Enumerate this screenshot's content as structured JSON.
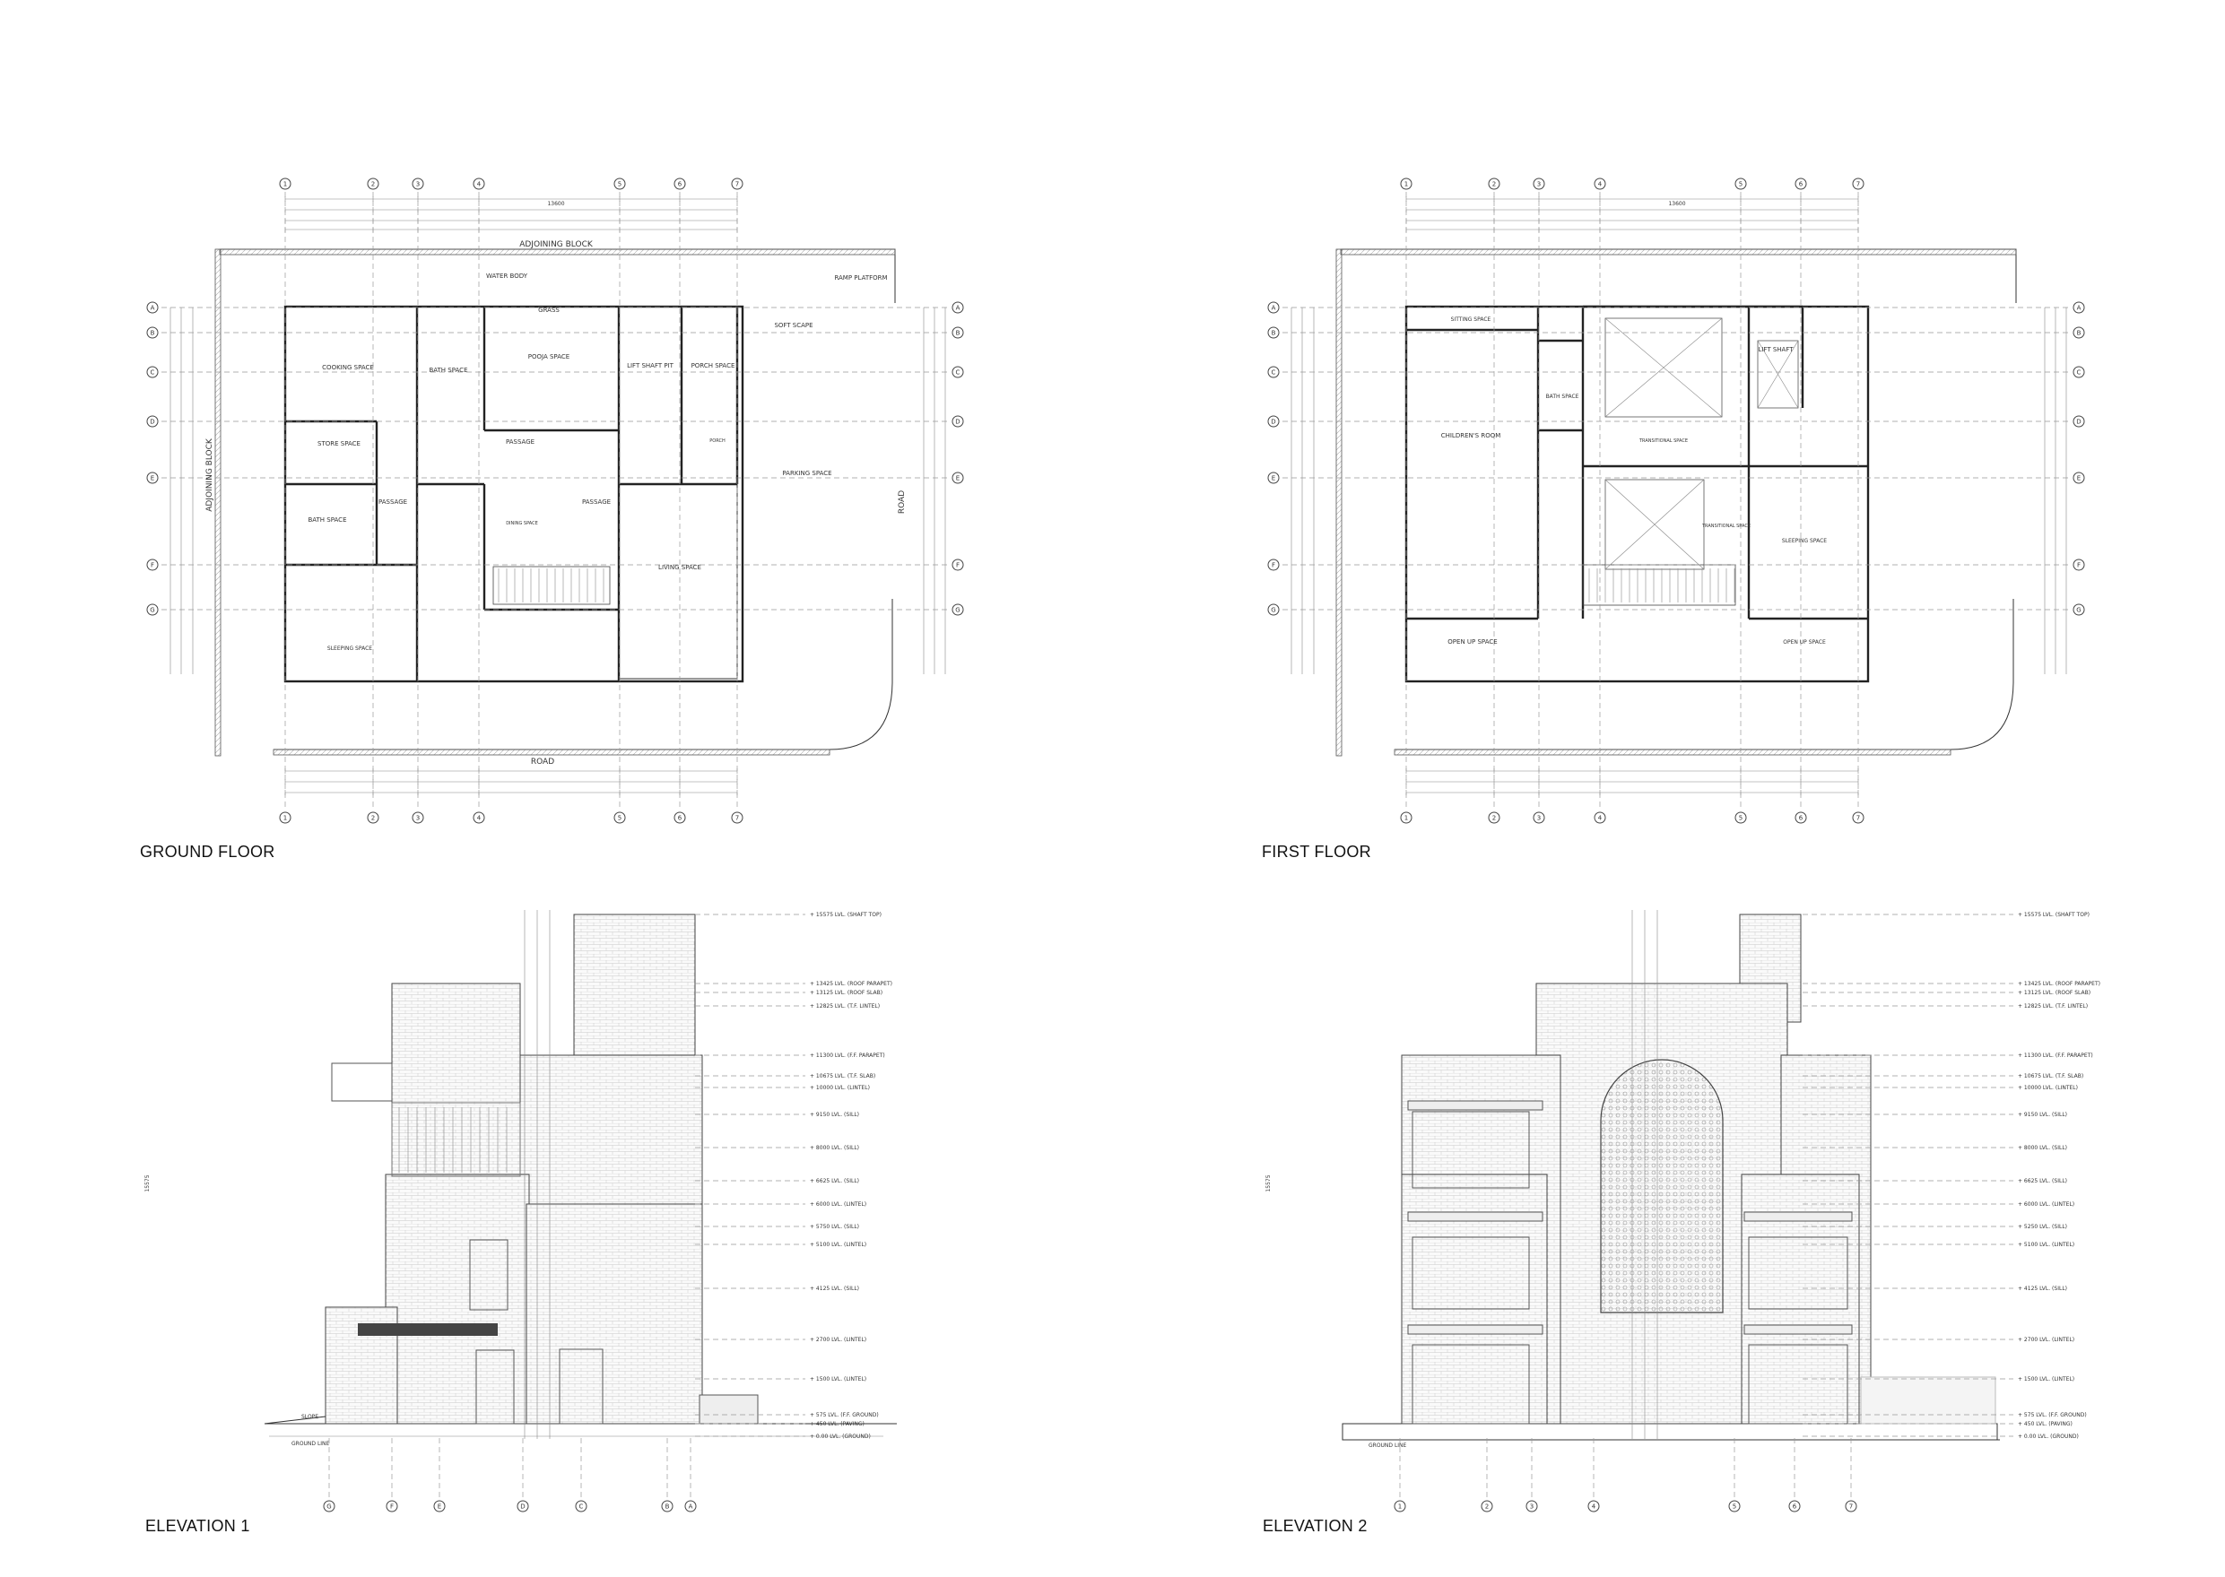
{
  "captions": {
    "ground_floor": "GROUND FLOOR",
    "first_floor": "FIRST FLOOR",
    "elevation_1": "ELEVATION 1",
    "elevation_2": "ELEVATION 2"
  },
  "ground_floor": {
    "top_label": "ADJOINING BLOCK",
    "bottom_label": "ROAD",
    "left_label": "ADJOINING BLOCK",
    "right_label": "ROAD",
    "total_dim": "13600",
    "grid_cols": [
      "1",
      "2",
      "3",
      "4",
      "5",
      "6",
      "7"
    ],
    "grid_rows": [
      "A",
      "B",
      "C",
      "D",
      "E",
      "F",
      "G"
    ],
    "rooms": [
      "COOKING SPACE",
      "BATH SPACE",
      "POOJA SPACE",
      "LIFT SHAFT PIT",
      "PORCH SPACE",
      "SOFT SCAPE",
      "RAMP PLATFORM",
      "STORE SPACE",
      "PASSAGE",
      "PARKING SPACE",
      "BATH SPACE",
      "PASSAGE",
      "PASSAGE",
      "LIVING SPACE",
      "SLEEPING SPACE",
      "WATER BODY",
      "GRASS",
      "DINING SPACE",
      "PORCH"
    ]
  },
  "first_floor": {
    "total_dim": "13600",
    "grid_cols": [
      "1",
      "2",
      "3",
      "4",
      "5",
      "6",
      "7"
    ],
    "grid_rows": [
      "A",
      "B",
      "C",
      "D",
      "E",
      "F",
      "G"
    ],
    "rooms": [
      "SITTING SPACE",
      "LIFT SHAFT",
      "BATH SPACE",
      "CHILDREN'S ROOM",
      "TRANSITIONAL SPACE",
      "TRANSITIONAL SPACE",
      "SLEEPING SPACE",
      "OPEN UP SPACE",
      "OPEN UP SPACE"
    ]
  },
  "elevation_1": {
    "grid_labels": [
      "G",
      "F",
      "E",
      "D",
      "C",
      "B",
      "A"
    ],
    "ground_label": "GROUND LINE",
    "slope_label": "SLOPE",
    "levels": [
      "+ 15575 LVL. (SHAFT TOP)",
      "+ 13425 LVL. (ROOF PARAPET)",
      "+ 13125 LVL. (ROOF SLAB)",
      "+ 12825 LVL. (T.F. LINTEL)",
      "+ 11300 LVL. (F.F. PARAPET)",
      "+ 10675 LVL. (T.F. SLAB)",
      "+ 10000 LVL. (LINTEL)",
      "+ 9150 LVL. (SILL)",
      "+ 8000 LVL. (SILL)",
      "+ 6625 LVL. (SILL)",
      "+ 6000 LVL. (LINTEL)",
      "+ 5750 LVL. (SILL)",
      "+ 5100 LVL. (LINTEL)",
      "+ 4125 LVL. (SILL)",
      "+ 2700 LVL. (LINTEL)",
      "+ 1500 LVL. (LINTEL)",
      "+ 575 LVL. (F.F. GROUND)",
      "+ 450 LVL. (PAVING)",
      "+ 0.00 LVL. (GROUND)"
    ],
    "height_total": "15575"
  },
  "elevation_2": {
    "grid_labels": [
      "1",
      "2",
      "3",
      "4",
      "5",
      "6",
      "7"
    ],
    "ground_label": "GROUND LINE",
    "levels": [
      "+ 15575 LVL. (SHAFT TOP)",
      "+ 13425 LVL. (ROOF PARAPET)",
      "+ 13125 LVL. (ROOF SLAB)",
      "+ 12825 LVL. (T.F. LINTEL)",
      "+ 11300 LVL. (F.F. PARAPET)",
      "+ 10675 LVL. (T.F. SLAB)",
      "+ 10000 LVL. (LINTEL)",
      "+ 9150 LVL. (SILL)",
      "+ 8000 LVL. (SILL)",
      "+ 6625 LVL. (SILL)",
      "+ 6000 LVL. (LINTEL)",
      "+ 5250 LVL. (SILL)",
      "+ 5100 LVL. (LINTEL)",
      "+ 4125 LVL. (SILL)",
      "+ 2700 LVL. (LINTEL)",
      "+ 1500 LVL. (LINTEL)",
      "+ 575 LVL. (F.F. GROUND)",
      "+ 450 LVL. (PAVING)",
      "+ 0.00 LVL. (GROUND)"
    ],
    "height_total": "15575"
  }
}
